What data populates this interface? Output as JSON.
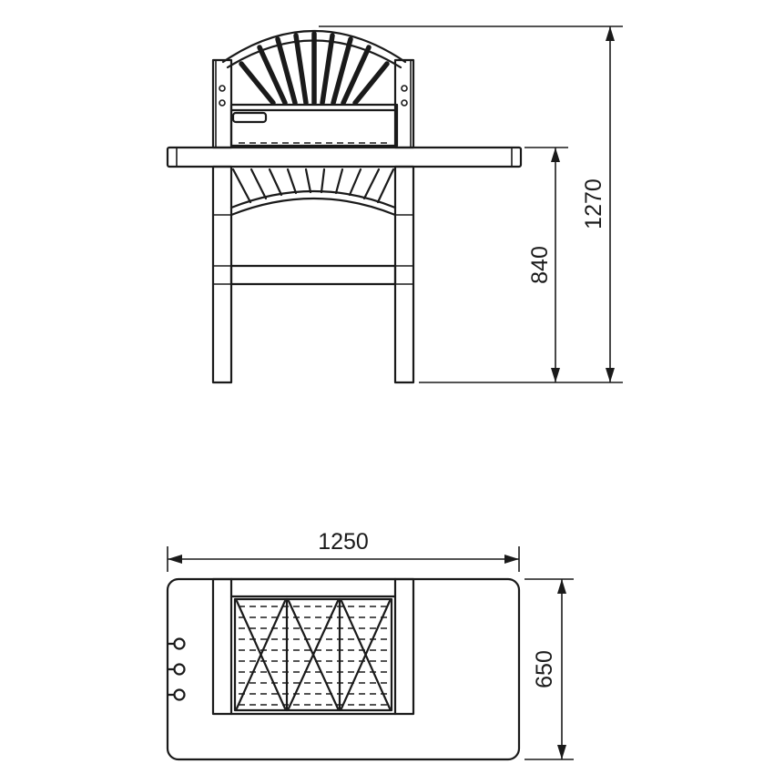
{
  "dimensions": {
    "total_height": "1270",
    "table_height": "840",
    "width": "1250",
    "depth": "650"
  }
}
